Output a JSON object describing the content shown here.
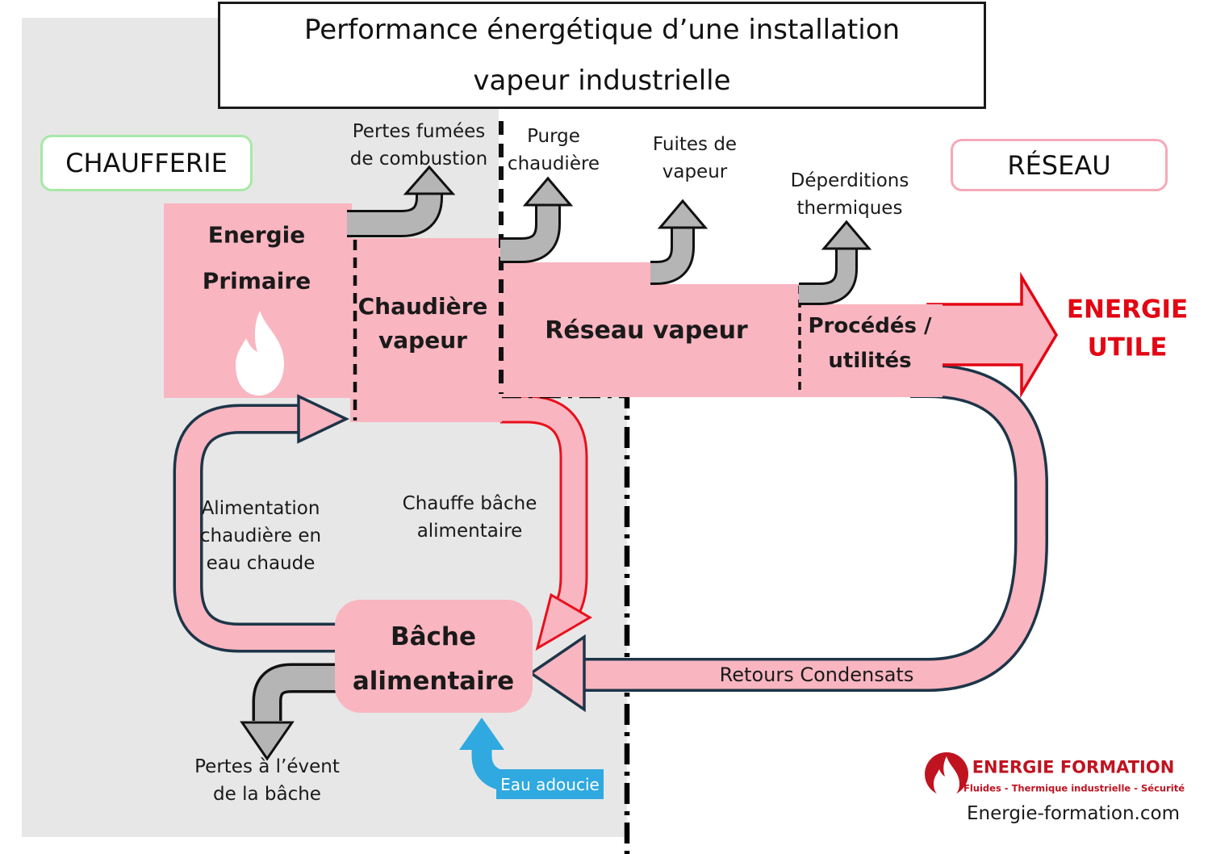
{
  "title": {
    "text": "Performance énergétique d’une installation\nvapeur industrielle"
  },
  "zones": {
    "chaufferie": "CHAUFFERIE",
    "reseau": "RÉSEAU"
  },
  "blocks": {
    "energie_primaire": "Energie\nPrimaire",
    "chaudiere_vapeur": "Chaudière\nvapeur",
    "reseau_vapeur": "Réseau vapeur",
    "procedes_utilites": "Procédés /\nutilités",
    "energie_utile": "ENERGIE\nUTILE",
    "bache_alimentaire": "Bâche\nalimentaire"
  },
  "losses": {
    "pertes_fumees": "Pertes fumées\nde combustion",
    "purge_chaudiere": "Purge\nchaudière",
    "fuites_vapeur": "Fuites de\nvapeur",
    "deperditions_thermiques": "Déperditions\nthermiques",
    "pertes_event": "Pertes à l’évent\nde la bâche"
  },
  "flows": {
    "alimentation": "Alimentation\nchaudière en\neau chaude",
    "chauffe_bache": "Chauffe bâche\nalimentaire",
    "retours_condensats": "Retours Condensats",
    "eau_adoucie": "Eau adoucie"
  },
  "footer": {
    "brand": "ENERGIE FORMATION",
    "tagline": "Fluides - Thermique industrielle - Sécurité",
    "website": "Energie-formation.com"
  },
  "colors": {
    "flow_pink": "#f9b5c0",
    "loss_gray": "#b5b5b5",
    "outline_navy": "#1d3548",
    "accent_red": "#e30613",
    "water_blue": "#2fa9e0",
    "zone_gray": "#e7e7e7",
    "chaufferie_border": "#a8e8a8",
    "reseau_border": "#f5a9ba",
    "brand_red": "#c01320"
  }
}
